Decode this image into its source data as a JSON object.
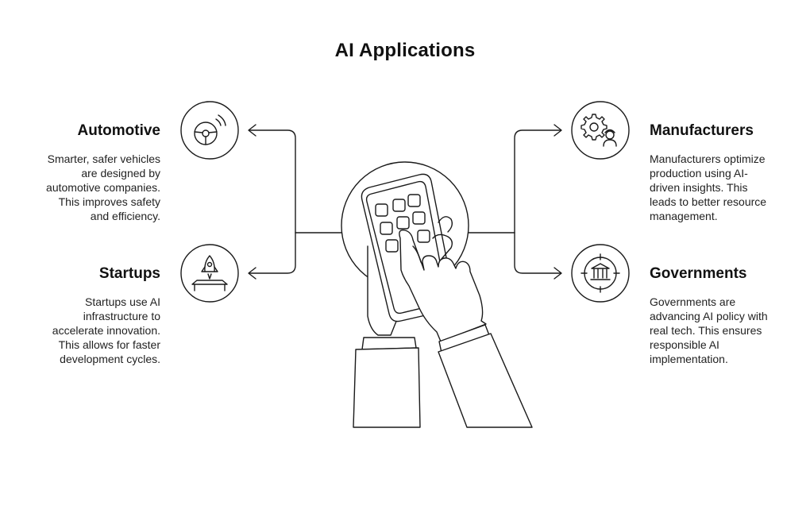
{
  "title": "AI Applications",
  "items": {
    "automotive": {
      "title": "Automotive",
      "lines": [
        "Smarter, safer vehicles",
        "are designed by",
        "automotive companies.",
        "This improves safety",
        "and efficiency."
      ],
      "icon": "steering-wheel-icon"
    },
    "startups": {
      "title": "Startups",
      "lines": [
        "Startups use AI",
        "infrastructure to",
        "accelerate innovation.",
        "This allows for faster",
        "development cycles."
      ],
      "icon": "rocket-icon"
    },
    "manufacturers": {
      "title": "Manufacturers",
      "lines": [
        "Manufacturers optimize",
        "production using AI-",
        "driven insights. This",
        "leads to better resource",
        "management."
      ],
      "icon": "gear-worker-icon"
    },
    "governments": {
      "title": "Governments",
      "lines": [
        "Governments are",
        "advancing AI policy with",
        "real tech. This ensures",
        "responsible AI",
        "implementation."
      ],
      "icon": "government-building-icon"
    }
  },
  "center_icon": "hand-tapping-phone-icon",
  "colors": {
    "stroke": "#1a1a1a",
    "background": "#ffffff"
  }
}
